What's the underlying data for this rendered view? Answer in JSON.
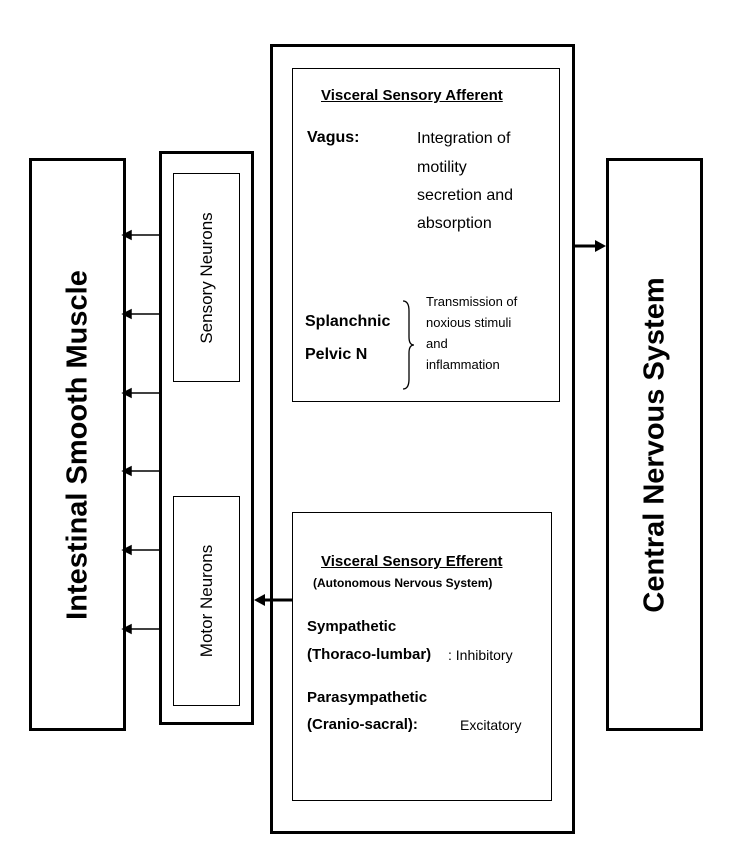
{
  "left_box": {
    "label": "Intestinal Smooth Muscle"
  },
  "right_box": {
    "label": "Central Nervous System"
  },
  "neurons": {
    "sensory_label": "Sensory Neurons",
    "motor_label": "Motor Neurons"
  },
  "afferent": {
    "heading": "Visceral Sensory Afferent",
    "vagus_label": "Vagus:",
    "vagus_lines": [
      "Integration of",
      "motility",
      "secretion and",
      "absorption"
    ],
    "splanchnic_label": "Splanchnic",
    "pelvic_label": "Pelvic N",
    "transmission_lines": [
      "Transmission of",
      "noxious stimuli",
      "and",
      "inflammation"
    ]
  },
  "efferent": {
    "heading": "Visceral Sensory Efferent",
    "subheading": "(Autonomous Nervous System)",
    "sympathetic_label": "Sympathetic",
    "sympathetic_origin": "(Thoraco-lumbar)",
    "sympathetic_effect": ": Inhibitory",
    "parasympathetic_label": "Parasympathetic",
    "parasympathetic_origin": "(Cranio-sacral):",
    "parasympathetic_effect": "Excitatory"
  }
}
